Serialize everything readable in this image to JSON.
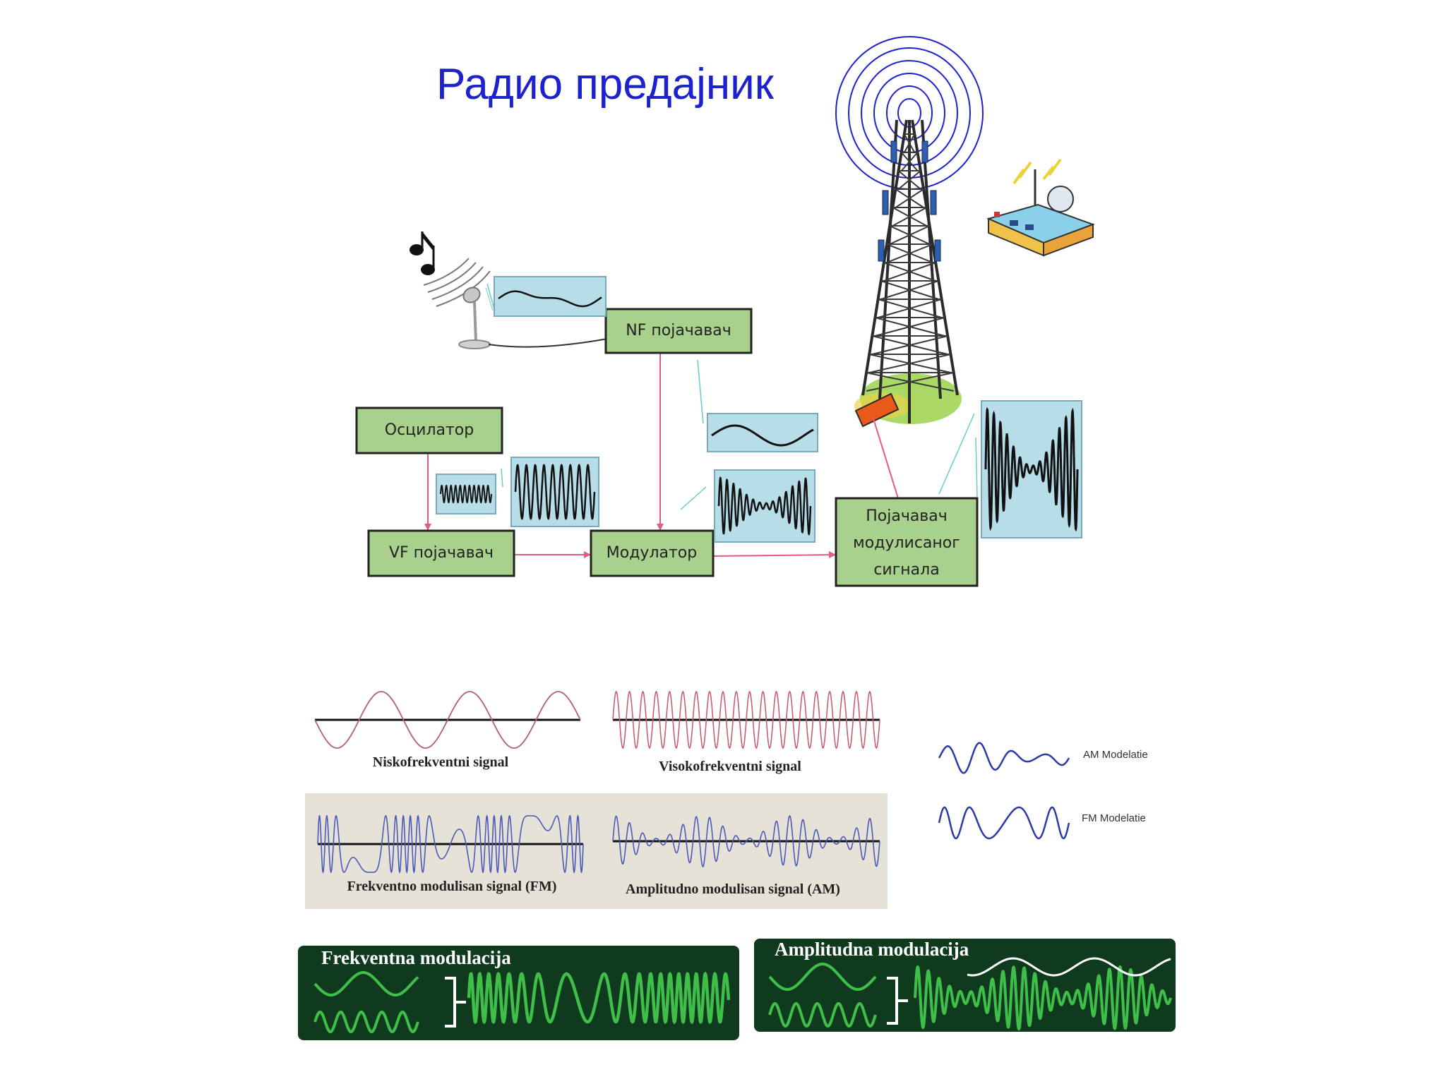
{
  "title": "Радио предајник",
  "blocks": {
    "nf_amp": "NF појачавач",
    "oscillator": "Осцилатор",
    "vf_amp": "VF појачавач",
    "modulator": "Модулатор",
    "output_amp": [
      "Појачавач",
      "модулисаног",
      "сигнала"
    ]
  },
  "signals": {
    "low_freq": "Niskofrekventni signal",
    "high_freq": "Visokofrekventni signal",
    "fm": "Frekventno modulisan signal (FM)",
    "am": "Amplitudno modulisan signal (AM)",
    "am_mod": "AM Modelatie",
    "fm_mod": "FM Modelatie"
  },
  "panels": {
    "fm_title": "Frekventna modulacija",
    "am_title": "Amplitudna modulacija"
  },
  "colors": {
    "block_fill": "#a9d18e",
    "scope_fill": "#b7dde8",
    "arrow": "#e05a8a",
    "title": "#1e22cc",
    "panel_bg": "#0f3a1e",
    "panel_wave": "#3fbf4a"
  }
}
